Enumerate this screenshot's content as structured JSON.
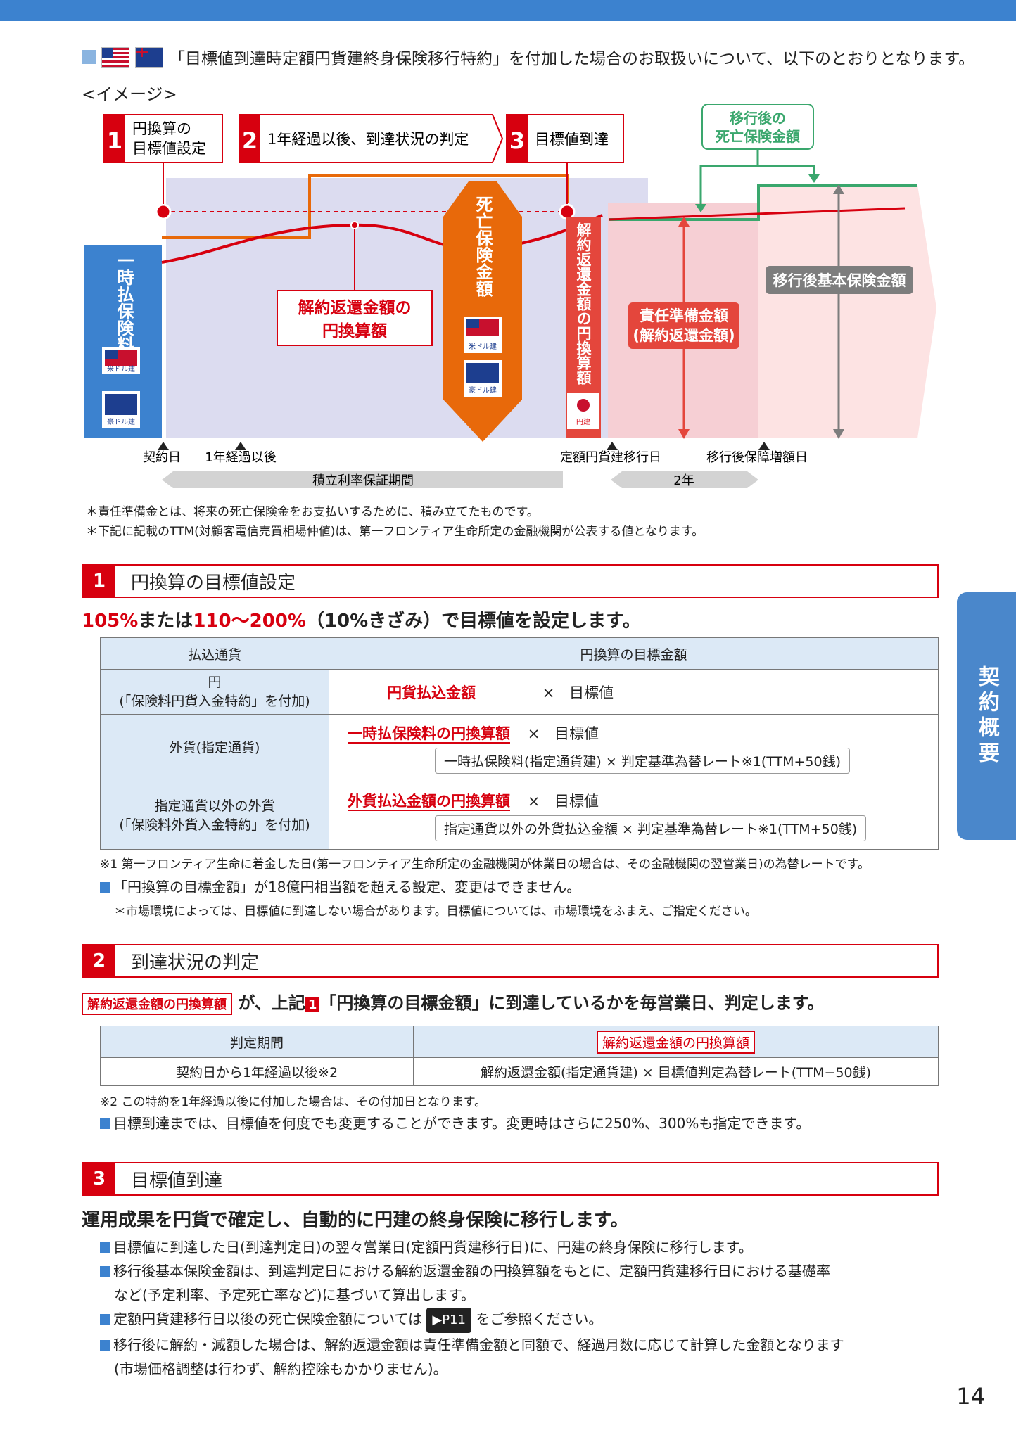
{
  "intro": {
    "text": "「目標値到達時定額円貨建終身保険移行特約」を付加した場合のお取扱いについて、以下のとおりとなります。"
  },
  "image_label": "<イメージ>",
  "diagram": {
    "step1": {
      "num": "1",
      "line1": "円換算の",
      "line2": "目標値設定"
    },
    "step2": {
      "num": "2",
      "text": "1年経過以後、到達状況の判定"
    },
    "step3": {
      "num": "3",
      "text": "目標値到達"
    },
    "after_death_line1": "移行後の",
    "after_death_line2": "死亡保険金額",
    "lump_premium": "一時払保険料",
    "usd_label": "米ドル建",
    "aud_label": "豪ドル建",
    "jpy_label": "円建",
    "surrender_yen_line1": "解約返還金額の",
    "surrender_yen_line2": "円換算額",
    "death_benefit": "死亡保険金額",
    "surrender_yen_vertical": "解約返還金額の円換算額",
    "reserve_line1": "責任準備金額",
    "reserve_line2": "(解約返還金額)",
    "base_amount": "移行後基本保険金額",
    "contract_day": "契約日",
    "after_1yr": "1年経過以後",
    "shift_day": "定額円貨建移行日",
    "increase_day": "移行後保障増額日",
    "guarantee_period": "積立利率保証期間",
    "two_years": "2年"
  },
  "notes": [
    "＊責任準備金とは、将来の死亡保険金をお支払いするために、積み立てたものです。",
    "＊下記に記載のTTM(対顧客電信売買相場仲値)は、第一フロンティア生命所定の金融機関が公表する値となります。"
  ],
  "sec1": {
    "num": "1",
    "title": "円換算の目標値設定",
    "lead_pct1": "105%",
    "lead_mid": "または",
    "lead_pct2": "110〜200%",
    "lead_rest": "（10%きざみ）で目標値を設定します。",
    "th_currency": "払込通貨",
    "th_target": "円換算の目標金額",
    "rows": [
      {
        "cur1": "円",
        "cur2": "(「保険料円貨入金特約」を付加)",
        "term": "円貨払込金額",
        "times": "×",
        "target": "目標値"
      },
      {
        "cur1": "外貨(指定通貨)",
        "term": "一時払保険料の円換算額",
        "times": "×",
        "target": "目標値",
        "sub": "一時払保険料(指定通貨建) × 判定基準為替レート※1(TTM+50銭)"
      },
      {
        "cur1": "指定通貨以外の外貨",
        "cur2": "(「保険料外貨入金特約」を付加)",
        "term": "外貨払込金額の円換算額",
        "times": "×",
        "target": "目標値",
        "sub": "指定通貨以外の外貨払込金額 × 判定基準為替レート※1(TTM+50銭)"
      }
    ],
    "footnote": "※1 第一フロンティア生命に着金した日(第一フロンティア生命所定の金融機関が休業日の場合は、その金融機関の翌営業日)の為替レートです。",
    "bullet": "「円換算の目標金額」が18億円相当額を超える設定、変更はできません。",
    "subnote": "＊市場環境によっては、目標値に到達しない場合があります。目標値については、市場環境をふまえ、ご指定ください。"
  },
  "sec2": {
    "num": "2",
    "title": "到達状況の判定",
    "lead_box": "解約返還金額の円換算額",
    "lead_text1": "が、上記",
    "lead_ref": "1",
    "lead_text2": "「円換算の目標金額」に到達しているかを毎営業日、判定します。",
    "th_period": "判定期間",
    "th_surrender": "解約返還金額の円換算額",
    "period": "契約日から1年経過以後※2",
    "formula": "解約返還金額(指定通貨建) × 目標値判定為替レート(TTM−50銭)",
    "footnote": "※2 この特約を1年経過以後に付加した場合は、その付加日となります。",
    "bullet": "目標到達までは、目標値を何度でも変更することができます。変更時はさらに250%、300%も指定できます。"
  },
  "sec3": {
    "num": "3",
    "title": "目標値到達",
    "lead": "運用成果を円貨で確定し、自動的に円建の終身保険に移行します。",
    "b1": "目標値に到達した日(到達判定日)の翌々営業日(定額円貨建移行日)に、円建の終身保険に移行します。",
    "b2a": "移行後基本保険金額は、到達判定日における解約返還金額の円換算額をもとに、定額円貨建移行日における基礎率",
    "b2b": "など(予定利率、予定死亡率など)に基づいて算出します。",
    "b3a": "定額円貨建移行日以後の死亡保険金額については",
    "b3ref": "▶P11",
    "b3b": "をご参照ください。",
    "b4a": "移行後に解約・減額した場合は、解約返還金額は責任準備金額と同額で、経過月数に応じて計算した金額となります",
    "b4b": "(市場価格調整は行わず、解約控除もかかりません)。"
  },
  "side_tab": "契約概要",
  "page_number": "14",
  "colors": {
    "accent_blue": "#3c82cf",
    "red": "#d7000f",
    "orange": "#e8690a",
    "green": "#3aa76d",
    "gray": "#7d7d7d"
  }
}
